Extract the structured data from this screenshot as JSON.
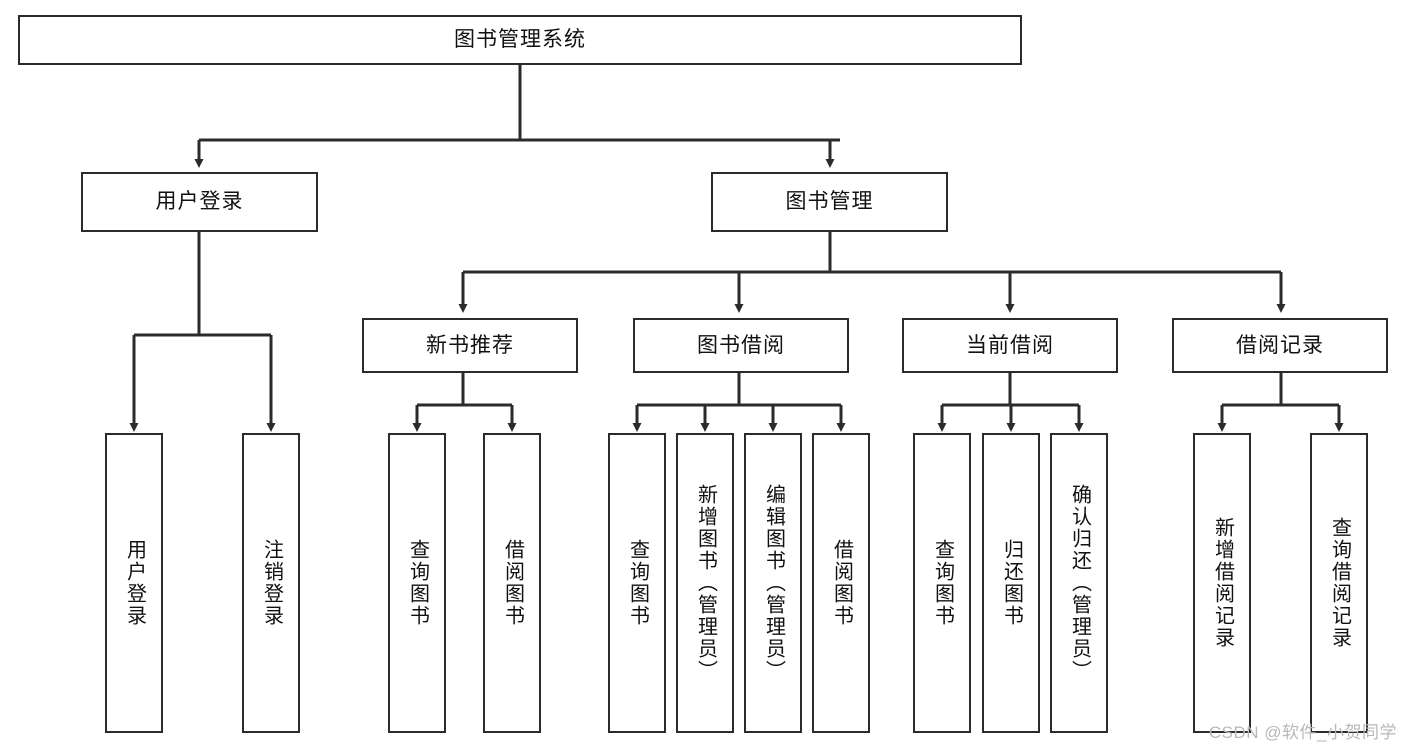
{
  "diagram": {
    "title": "图书管理系统",
    "type": "tree",
    "watermark": "CSDN @软件_小贺同学",
    "colors": {
      "box_border": "#2b2b2b",
      "box_fill": "#ffffff",
      "connector": "#2b2b2b",
      "text": "#111111",
      "watermark": "#b8b8b8"
    },
    "nodes": {
      "root": {
        "label": "图书管理系统",
        "level": 1,
        "orientation": "horizontal"
      },
      "l2": [
        {
          "id": "user-login",
          "label": "用户登录",
          "level": 2,
          "orientation": "horizontal"
        },
        {
          "id": "book-manage",
          "label": "图书管理",
          "level": 2,
          "orientation": "horizontal"
        }
      ],
      "l3": [
        {
          "id": "new-book-recommend",
          "label": "新书推荐",
          "level": 3,
          "orientation": "horizontal",
          "parent": "book-manage"
        },
        {
          "id": "book-borrow",
          "label": "图书借阅",
          "level": 3,
          "orientation": "horizontal",
          "parent": "book-manage"
        },
        {
          "id": "current-borrow",
          "label": "当前借阅",
          "level": 3,
          "orientation": "horizontal",
          "parent": "book-manage"
        },
        {
          "id": "borrow-record",
          "label": "借阅记录",
          "level": 3,
          "orientation": "horizontal",
          "parent": "book-manage"
        }
      ],
      "leaves": [
        {
          "id": "leaf-user-login",
          "label": "用户登录",
          "parent": "user-login"
        },
        {
          "id": "leaf-logout-login",
          "label": "注销登录",
          "parent": "user-login"
        },
        {
          "id": "leaf-query-book-1",
          "label": "查询图书",
          "parent": "new-book-recommend"
        },
        {
          "id": "leaf-borrow-book-1",
          "label": "借阅图书",
          "parent": "new-book-recommend"
        },
        {
          "id": "leaf-query-book-2",
          "label": "查询图书",
          "parent": "book-borrow"
        },
        {
          "id": "leaf-add-book",
          "label": "新增图书（管理员）",
          "parent": "book-borrow"
        },
        {
          "id": "leaf-edit-book",
          "label": "编辑图书（管理员）",
          "parent": "book-borrow"
        },
        {
          "id": "leaf-borrow-book-2",
          "label": "借阅图书",
          "parent": "book-borrow"
        },
        {
          "id": "leaf-query-book-3",
          "label": "查询图书",
          "parent": "current-borrow"
        },
        {
          "id": "leaf-return-book",
          "label": "归还图书",
          "parent": "current-borrow"
        },
        {
          "id": "leaf-confirm-return",
          "label": "确认归还（管理员）",
          "parent": "current-borrow"
        },
        {
          "id": "leaf-add-record",
          "label": "新增借阅记录",
          "parent": "borrow-record"
        },
        {
          "id": "leaf-query-record",
          "label": "查询借阅记录",
          "parent": "borrow-record"
        }
      ]
    }
  }
}
